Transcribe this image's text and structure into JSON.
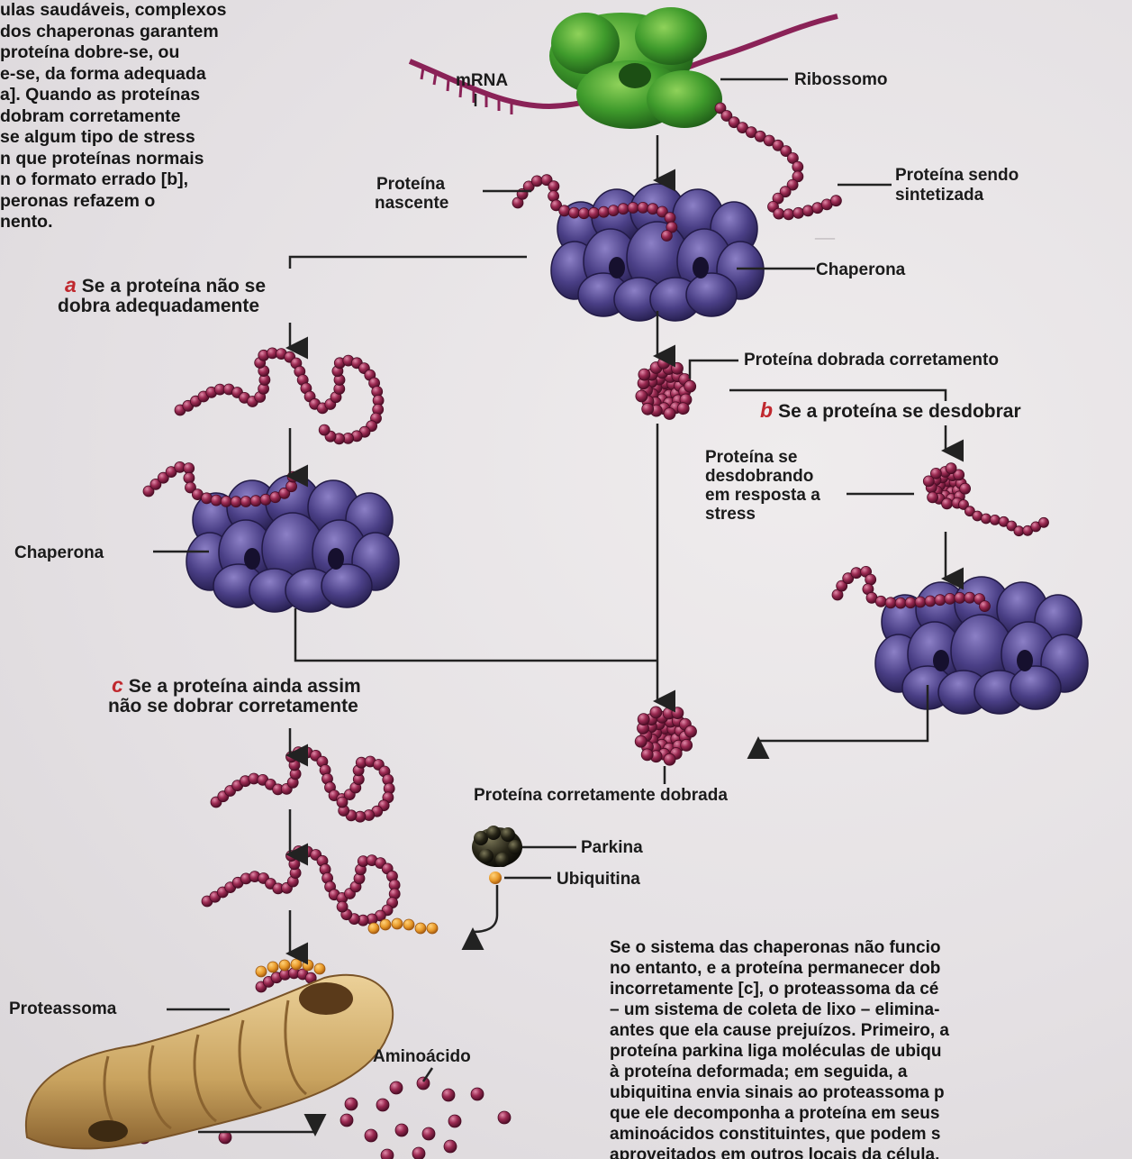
{
  "intro_lines": [
    "ulas saudáveis, complexos",
    "dos chaperonas garantem",
    "proteína dobre-se, ou",
    "e-se, da forma adequada",
    "a]. Quando as proteínas",
    "dobram corretamente",
    "se algum tipo de stress",
    "n que proteínas normais",
    "n o formato errado [b],",
    "peronas refazem o",
    "nento."
  ],
  "labels": {
    "mrna": "mRNA",
    "ribossomo": "Ribossomo",
    "proteina_sendo": "Proteína sendo",
    "sintetizada": "sintetizada",
    "proteina": "Proteína",
    "nascente": "nascente",
    "chaperona_top": "Chaperona",
    "chaperona_left": "Chaperona",
    "dobrada_corretamento": "Proteína dobrada corretamento",
    "desdobrando_lines": [
      "Proteína se",
      "desdobrando",
      "em resposta a",
      "stress"
    ],
    "corretamente_dobrada": "Proteína corretamente dobrada",
    "parkina": "Parkina",
    "ubiquitina": "Ubiquitina",
    "proteassoma": "Proteassoma",
    "aminoacido": "Aminoácido"
  },
  "steps": {
    "a": {
      "letter": "a",
      "line1": "Se a proteína não se",
      "line2": "dobra adequadamente"
    },
    "b": {
      "letter": "b",
      "line1": "Se a proteína se desdobrar"
    },
    "c": {
      "letter": "c",
      "line1": "Se a proteína ainda assim",
      "line2": "não se dobrar corretamente"
    }
  },
  "bottom_para_lines": [
    "Se o sistema das chaperonas não funcio",
    "no entanto, e a proteína permanecer dob",
    "incorretamente [c], o proteassoma da cé",
    "– um sistema de coleta de lixo – elimina-",
    "antes que ela cause prejuízos. Primeiro, a",
    "proteína parkina liga moléculas de ubiqu",
    "à proteína deformada; em seguida, a",
    "ubiquitina envia sinais ao proteassoma p",
    "que ele decomponha a proteína em seus",
    "aminoácidos constituintes, que podem s",
    "aproveitados em outros locais da célula."
  ],
  "colors": {
    "ribosome": "#3f9b2c",
    "chaperone": "#4a3f86",
    "protein_bead": "#9b2a52",
    "ubiquitin": "#e89a2a",
    "proteasome": "#c9a35f",
    "parkin": "#262417",
    "step_letter": "#c0282e"
  }
}
